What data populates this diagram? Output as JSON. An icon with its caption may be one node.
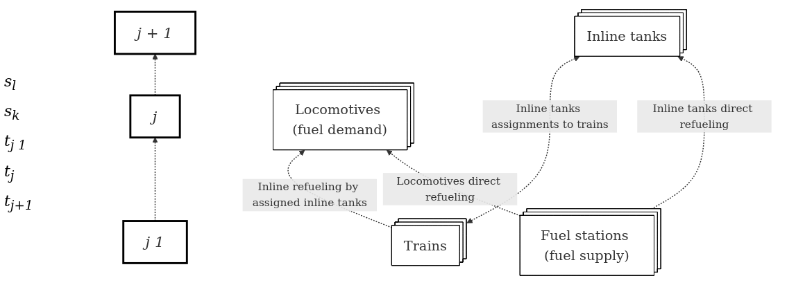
{
  "diagram": {
    "nodes": [
      {
        "text": [
          "j 1"
        ]
      },
      {
        "text": [
          "j"
        ]
      },
      {
        "text": [
          "j + 1"
        ]
      },
      {
        "text": [
          "Locomotives (fuel demand)"
        ]
      },
      {
        "text": [
          "Trains"
        ]
      },
      {
        "text": [
          "Fuel stations (fuel supply)"
        ]
      },
      {
        "text": [
          "Inline tanks"
        ]
      }
    ],
    "edges": [
      {
        "from": 0,
        "to": 1,
        "arrow": "to",
        "style": "dashed"
      },
      {
        "from": 1,
        "to": 2,
        "arrow": "to",
        "style": "dashed"
      },
      {
        "from": 4,
        "to": 3,
        "arrow": "to",
        "style": "dashed",
        "label": "Inline refueling by assigned inline tanks"
      },
      {
        "from": 5,
        "to": 3,
        "arrow": "to",
        "style": "dashed",
        "label": "Locomotives direct refueling"
      },
      {
        "from": 4,
        "to": 6,
        "arrow": "both",
        "style": "dashed",
        "label": "Inline tanks assignments to trains"
      },
      {
        "from": 5,
        "to": 6,
        "arrow": "to",
        "style": "dashed",
        "label": "Inline tanks direct refueling"
      }
    ],
    "labels": [
      "s$_{l}$",
      "s$_{k}$",
      "t$_{j 1}$",
      "t$_{j}$",
      "t$_{j+1}$"
    ]
  }
}
